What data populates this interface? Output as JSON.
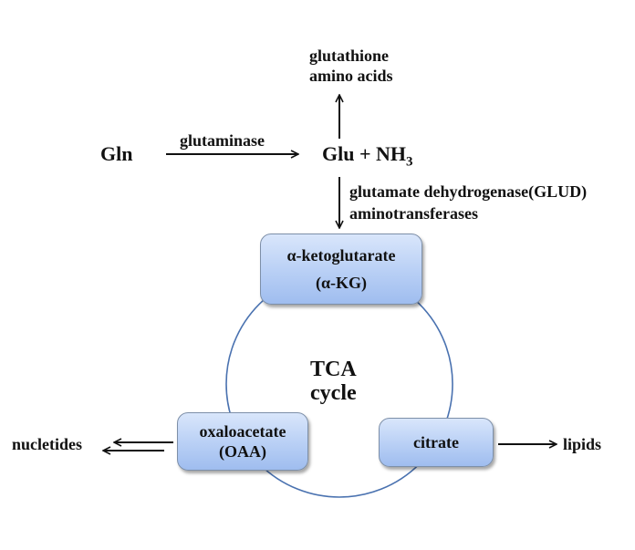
{
  "nodes": {
    "gln": "Gln",
    "glu": "Glu + NH",
    "glu_sub": "3",
    "products_top": [
      "glutathione",
      "amino acids"
    ],
    "akg": [
      "α-ketoglutarate",
      "(α-KG)"
    ],
    "tca": [
      "TCA",
      "cycle"
    ],
    "oaa": [
      "oxaloacetate",
      "(OAA)"
    ],
    "citrate": "citrate",
    "nucleotides": "nucletides",
    "lipids": "lipids"
  },
  "edges": {
    "glutaminase": "glutaminase",
    "glud": "glutamate dehydrogenase(GLUD)",
    "aminotransferases": "aminotransferases"
  },
  "colors": {
    "cycle_line": "#4a72b0",
    "box_top": "#d9e6fb",
    "box_bottom": "#9fbdef",
    "box_border": "#7d8fa8"
  }
}
